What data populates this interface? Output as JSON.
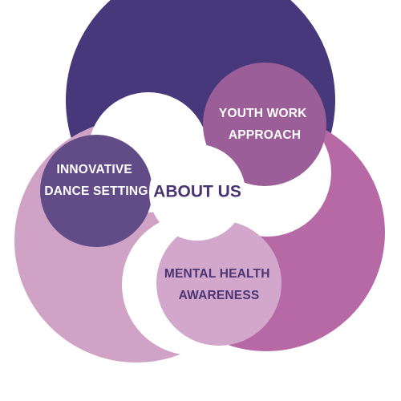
{
  "diagram": {
    "center": {
      "label": "ABOUT US",
      "color": "#4a3472"
    },
    "segments": [
      {
        "id": "youth-work-approach",
        "lines": [
          "YOUTH WORK",
          "APPROACH"
        ],
        "outer_color": "#46387a",
        "inner_color": "#9b5e98",
        "text_color": "#ffffff"
      },
      {
        "id": "innovative-dance-setting",
        "lines": [
          "INNOVATIVE",
          "DANCE SETTING"
        ],
        "outer_color": "#cfa2c6",
        "inner_color": "#624c88",
        "text_color": "#ffffff"
      },
      {
        "id": "mental-health-awareness",
        "lines": [
          "MENTAL HEALTH",
          "AWARENESS"
        ],
        "outer_color": "#b669a4",
        "inner_color": "#d3a6cc",
        "text_color": "#4a3472"
      }
    ]
  }
}
